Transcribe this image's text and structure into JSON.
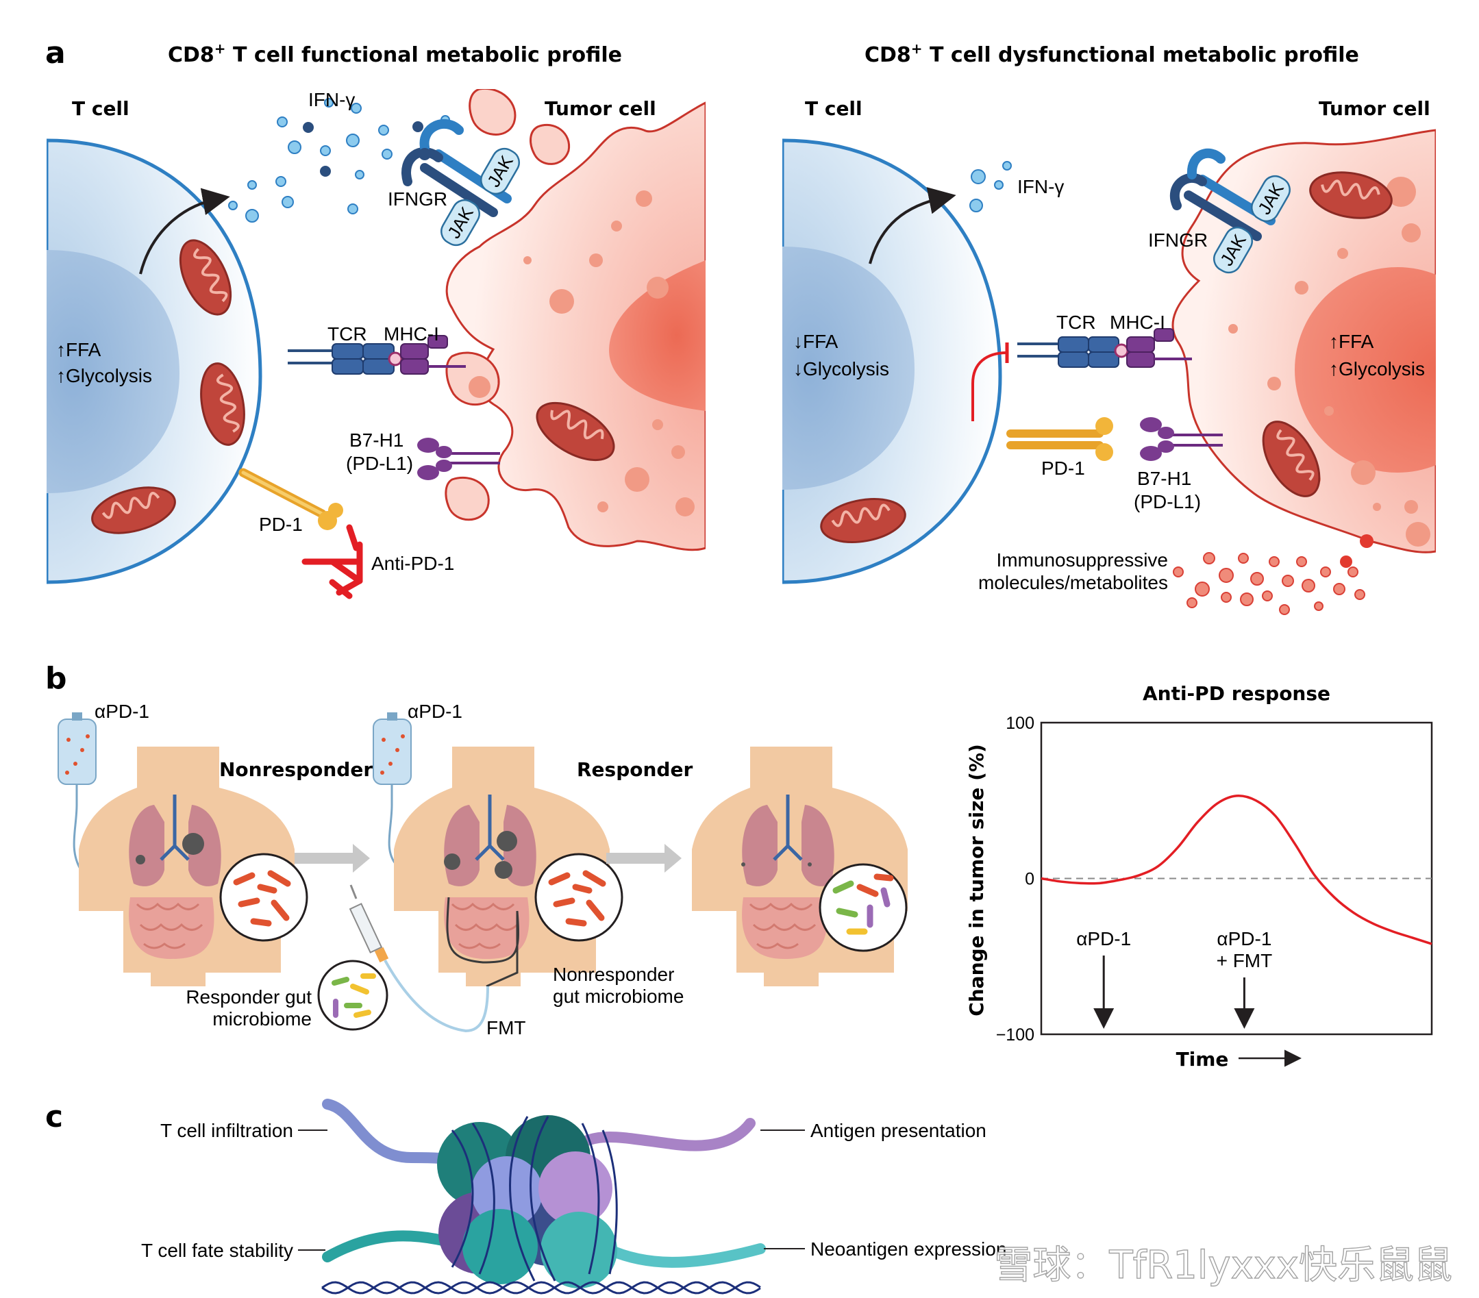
{
  "panel_a": {
    "letter": "a",
    "left": {
      "title_main": "CD8",
      "title_sup": "+",
      "title_rest": " T cell functional metabolic profile",
      "t_cell_label": "T cell",
      "tumor_cell_label": "Tumor cell",
      "ifn_label": "IFN-γ",
      "ifngr_label": "IFNGR",
      "jak_label": "JAK",
      "tcr_label": "TCR",
      "mhc_label": "MHC-I",
      "b7_label_1": "B7-H1",
      "b7_label_2": "(PD-L1)",
      "pd1_label": "PD-1",
      "antipd1_label": "Anti-PD-1",
      "metab_1": "↑FFA",
      "metab_2": "↑Glycolysis"
    },
    "right": {
      "title_main": "CD8",
      "title_sup": "+",
      "title_rest": " T cell dysfunctional metabolic profile",
      "t_cell_label": "T cell",
      "tumor_cell_label": "Tumor cell",
      "ifn_label": "IFN-γ",
      "ifngr_label": "IFNGR",
      "jak_label": "JAK",
      "tcr_label": "TCR",
      "mhc_label": "MHC-I",
      "pd1_label": "PD-1",
      "b7_label_1": "B7-H1",
      "b7_label_2": "(PD-L1)",
      "t_metab_1": "↓FFA",
      "t_metab_2": "↓Glycolysis",
      "tumor_metab_1": "↑FFA",
      "tumor_metab_2": "↑Glycolysis",
      "immuno_1": "Immunosuppressive",
      "immuno_2": "molecules/metabolites"
    }
  },
  "panel_b": {
    "letter": "b",
    "apd1_label": "αPD-1",
    "nonresponder_label": "Nonresponder",
    "responder_label": "Responder",
    "responder_gut_1": "Responder gut",
    "responder_gut_2": "microbiome",
    "nonresponder_gut_1": "Nonresponder",
    "nonresponder_gut_2": "gut microbiome",
    "fmt_label": "FMT",
    "colors": {
      "skin": "#f2c9a2",
      "lung": "#c9868f",
      "gut": "#e8a19a",
      "red_bacteria": "#e0522f",
      "green_bacteria": "#7ab648",
      "yellow_bacteria": "#f2c230",
      "purple_bacteria": "#9b6bb5"
    }
  },
  "chart_data": {
    "type": "line",
    "title": "Anti-PD response",
    "xlabel": "Time",
    "ylabel": "Change in tumor size (%)",
    "ylim": [
      -100,
      100
    ],
    "yticks": [
      "100",
      "0",
      "−100"
    ],
    "baseline": 0,
    "series": [
      {
        "color": "#e31e24",
        "x": [
          0,
          0.05,
          0.1,
          0.15,
          0.2,
          0.25,
          0.3,
          0.35,
          0.4,
          0.45,
          0.5,
          0.55,
          0.6,
          0.65,
          0.7,
          0.75,
          0.8,
          0.85,
          0.9,
          0.95,
          1.0
        ],
        "values": [
          0,
          -2,
          -3,
          -3,
          -1,
          2,
          8,
          20,
          36,
          48,
          53,
          50,
          40,
          22,
          2,
          -12,
          -22,
          -29,
          -34,
          -38,
          -42
        ]
      }
    ],
    "annotations": [
      {
        "text": "αPD-1",
        "x": 0.16
      },
      {
        "text": "αPD-1",
        "text2": "+ FMT",
        "x": 0.52
      }
    ]
  },
  "panel_c": {
    "letter": "c",
    "t_cell_infiltration": "T cell infiltration",
    "antigen_presentation": "Antigen presentation",
    "t_cell_fate_stability": "T cell fate stability",
    "neoantigen_expression": "Neoantigen expression",
    "colors": {
      "teal_dark": "#1f7f7a",
      "teal": "#2aa3a0",
      "periwinkle": "#7f8ed0",
      "lavender": "#a883c6",
      "purple_dark": "#6b4c97",
      "dna": "#1c2f7a"
    }
  },
  "watermark": {
    "text": "雪球：TfR1lyxxx快乐鼠鼠"
  }
}
